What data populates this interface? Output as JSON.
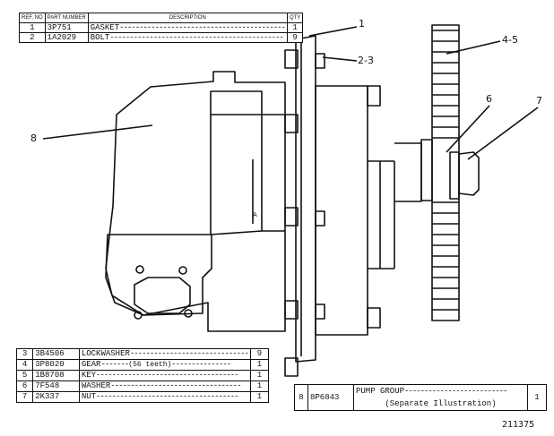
{
  "top_table": {
    "headers": {
      "ref": "REF. NO",
      "part": "PART NUMBER",
      "desc": "DESCRIPTION",
      "qty": "QTY"
    },
    "rows": [
      {
        "ref": "1",
        "part": "3P751",
        "desc": "GASKET",
        "qty": "1"
      },
      {
        "ref": "2",
        "part": "1A2029",
        "desc": "BOLT",
        "qty": "9"
      }
    ]
  },
  "bottom_table": {
    "rows": [
      {
        "ref": "3",
        "part": "3B4506",
        "desc": "LOCKWASHER",
        "note": "",
        "qty": "9"
      },
      {
        "ref": "4",
        "part": "3P8020",
        "desc": "GEAR",
        "note": "(56 teeth)",
        "qty": "1"
      },
      {
        "ref": "5",
        "part": "1B8708",
        "desc": "KEY",
        "note": "",
        "qty": "1"
      },
      {
        "ref": "6",
        "part": "7F548",
        "desc": "WASHER",
        "note": "",
        "qty": "1"
      },
      {
        "ref": "7",
        "part": "2K337",
        "desc": "NUT",
        "note": "",
        "qty": "1"
      }
    ]
  },
  "pump_table": {
    "ref": "8",
    "part": "8P6843",
    "desc": "PUMP GROUP",
    "note": "(Separate Illustration)",
    "qty": "1"
  },
  "callouts": {
    "c1": "1",
    "c23": "2-3",
    "c45": "4-5",
    "c6": "6",
    "c7": "7",
    "c8": "8",
    "a": "A"
  },
  "drawing_number": "211375"
}
